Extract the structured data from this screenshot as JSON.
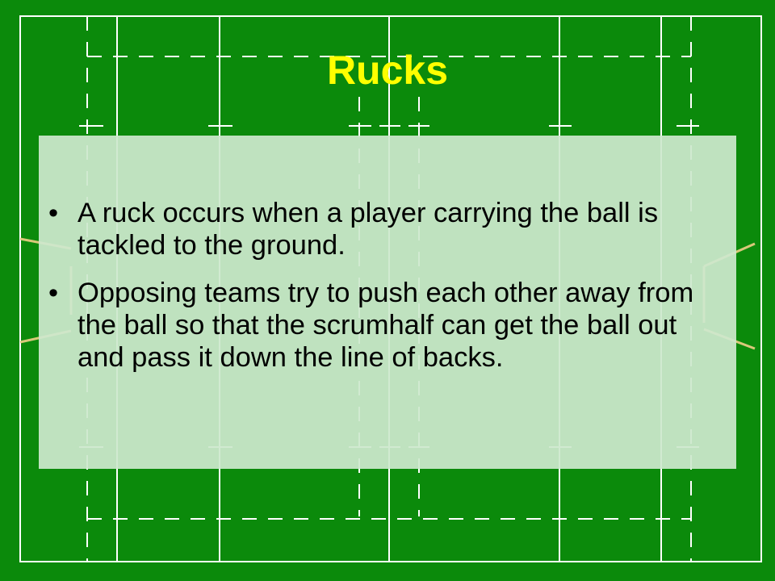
{
  "slide": {
    "title": "Rucks",
    "bullets": [
      {
        "marker": "•",
        "text": "A ruck occurs when a player carrying the ball is tackled to the ground."
      },
      {
        "marker": "•",
        "text": "Opposing teams try to push each other away from the ball so that the scrumhalf can get the ball out and pass it down the line of backs."
      }
    ]
  },
  "colors": {
    "field_green": "#0b8a0b",
    "field_lines": "#ffffff",
    "title": "#ffff00",
    "content_panel": "#cee8ce",
    "goalposts": "#d9c87a"
  }
}
